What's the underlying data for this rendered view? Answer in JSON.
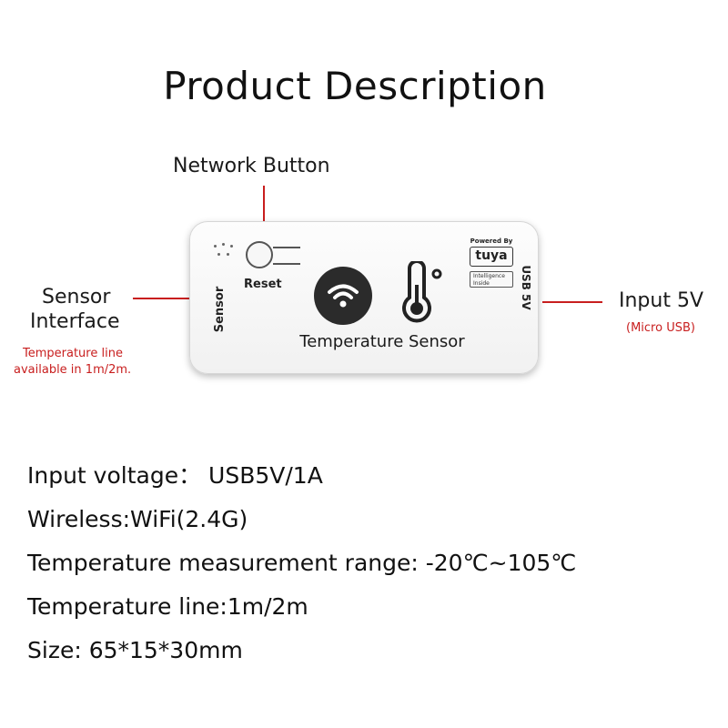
{
  "title": "Product Description",
  "callouts": {
    "network_button": "Network Button",
    "sensor_interface_line1": "Sensor",
    "sensor_interface_line2": "Interface",
    "sensor_note_line1": "Temperature line",
    "sensor_note_line2": "available in 1m/2m.",
    "input_label": "Input 5V",
    "input_note": "(Micro USB)"
  },
  "device": {
    "sensor_label": "Sensor",
    "reset_label": "Reset",
    "powered_by": "Powered By",
    "brand": "tuya",
    "intel_line1": "Intelligence",
    "intel_line2": "Inside",
    "usb_label": "USB 5V",
    "name": "Temperature Sensor"
  },
  "specs": [
    "Input voltage：  USB5V/1A",
    "Wireless:WiFi(2.4G)",
    "Temperature measurement range: -20℃~105℃",
    "Temperature line:1m/2m",
    "Size: 65*15*30mm"
  ],
  "colors": {
    "accent_red": "#c81e1e",
    "device_body": "#f4f4f4",
    "badge": "#2b2b2b"
  }
}
